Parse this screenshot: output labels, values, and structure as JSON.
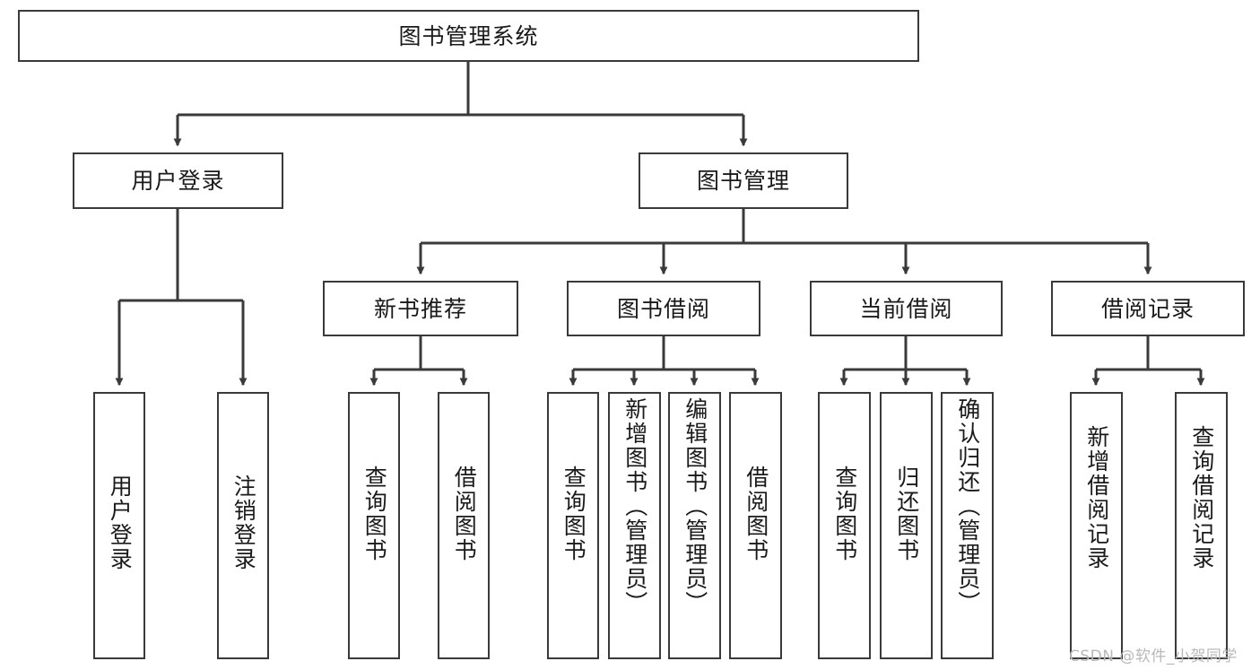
{
  "diagram": {
    "title": "图书管理系统",
    "type": "tree-hierarchy",
    "root": {
      "id": "root",
      "label": "图书管理系统"
    },
    "level2": [
      {
        "id": "user-login",
        "label": "用户登录"
      },
      {
        "id": "book-manage",
        "label": "图书管理"
      }
    ],
    "level3": [
      {
        "id": "new-book-recommend",
        "label": "新书推荐",
        "parent": "book-manage"
      },
      {
        "id": "book-borrow",
        "label": "图书借阅",
        "parent": "book-manage"
      },
      {
        "id": "current-borrow",
        "label": "当前借阅",
        "parent": "book-manage"
      },
      {
        "id": "borrow-record",
        "label": "借阅记录",
        "parent": "book-manage"
      }
    ],
    "leaves": {
      "user_login": [
        {
          "id": "leaf-user-login",
          "label": "用户登录"
        },
        {
          "id": "leaf-user-logout",
          "label": "注销登录"
        }
      ],
      "new_book_recommend": [
        {
          "id": "leaf-query-book-1",
          "label": "查询图书"
        },
        {
          "id": "leaf-borrow-book-1",
          "label": "借阅图书"
        }
      ],
      "book_borrow": [
        {
          "id": "leaf-query-book-2",
          "label": "查询图书"
        },
        {
          "id": "leaf-add-book",
          "label": "新增图书（管理员）"
        },
        {
          "id": "leaf-edit-book",
          "label": "编辑图书（管理员）"
        },
        {
          "id": "leaf-borrow-book-2",
          "label": "借阅图书"
        }
      ],
      "current_borrow": [
        {
          "id": "leaf-query-book-3",
          "label": "查询图书"
        },
        {
          "id": "leaf-return-book",
          "label": "归还图书"
        },
        {
          "id": "leaf-confirm-return",
          "label": "确认归还（管理员）"
        }
      ],
      "borrow_record": [
        {
          "id": "leaf-add-record",
          "label": "新增借阅记录"
        },
        {
          "id": "leaf-query-record",
          "label": "查询借阅记录"
        }
      ]
    }
  },
  "watermark": {
    "text": "CSDN @软件_小贺同学"
  },
  "colors": {
    "stroke": "#3a3a3a",
    "fill": "#ffffff",
    "text": "#1a1a1a",
    "watermark": "#b9b9b9"
  }
}
